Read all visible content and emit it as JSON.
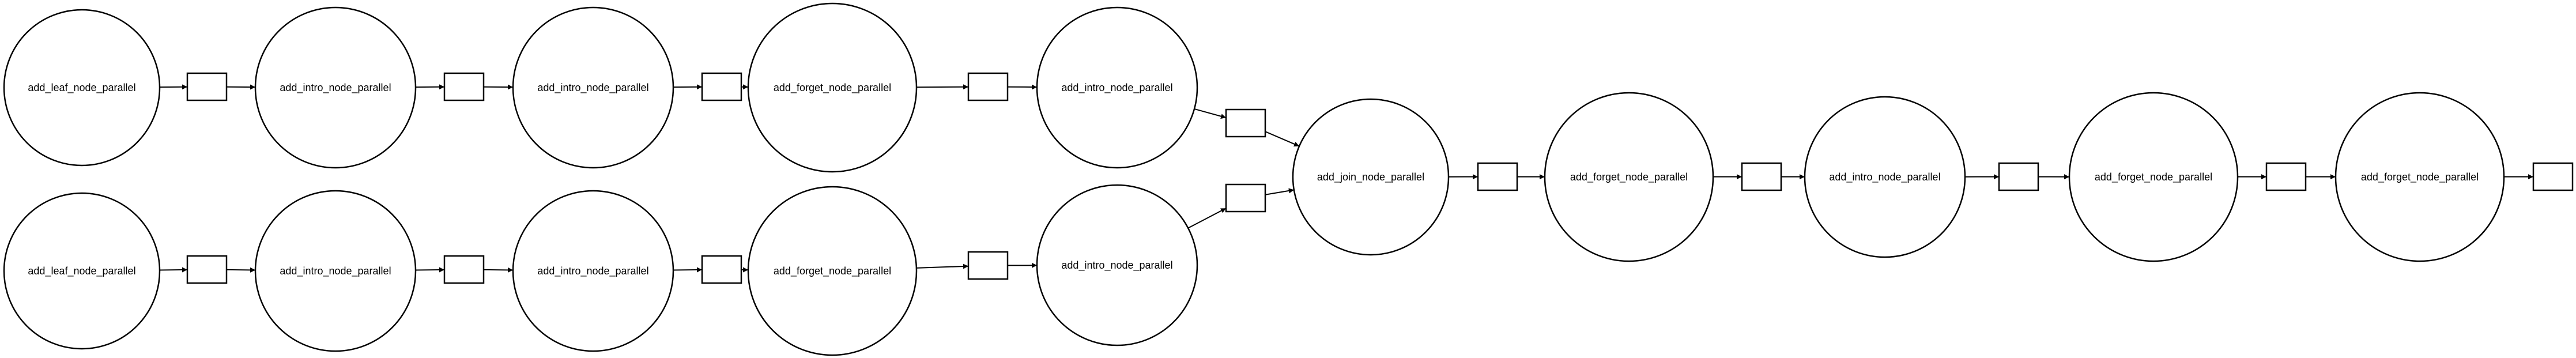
{
  "nodes": [
    {
      "id": "leaf1",
      "label": "add_leaf_node_parallel"
    },
    {
      "id": "intro1a",
      "label": "add_intro_node_parallel"
    },
    {
      "id": "intro1b",
      "label": "add_intro_node_parallel"
    },
    {
      "id": "forget1",
      "label": "add_forget_node_parallel"
    },
    {
      "id": "intro1c",
      "label": "add_intro_node_parallel"
    },
    {
      "id": "leaf2",
      "label": "add_leaf_node_parallel"
    },
    {
      "id": "intro2a",
      "label": "add_intro_node_parallel"
    },
    {
      "id": "intro2b",
      "label": "add_intro_node_parallel"
    },
    {
      "id": "forget2",
      "label": "add_forget_node_parallel"
    },
    {
      "id": "intro2c",
      "label": "add_intro_node_parallel"
    },
    {
      "id": "join",
      "label": "add_join_node_parallel"
    },
    {
      "id": "forget3",
      "label": "add_forget_node_parallel"
    },
    {
      "id": "intro3",
      "label": "add_intro_node_parallel"
    },
    {
      "id": "forget4",
      "label": "add_forget_node_parallel"
    },
    {
      "id": "forget5",
      "label": "add_forget_node_parallel"
    }
  ],
  "edges": [
    [
      "leaf1",
      "b1"
    ],
    [
      "b1",
      "intro1a"
    ],
    [
      "intro1a",
      "b2"
    ],
    [
      "b2",
      "intro1b"
    ],
    [
      "intro1b",
      "b3"
    ],
    [
      "b3",
      "forget1"
    ],
    [
      "forget1",
      "b4"
    ],
    [
      "b4",
      "intro1c"
    ],
    [
      "intro1c",
      "b5"
    ],
    [
      "b5",
      "join"
    ],
    [
      "leaf2",
      "b6"
    ],
    [
      "b6",
      "intro2a"
    ],
    [
      "intro2a",
      "b7"
    ],
    [
      "b7",
      "intro2b"
    ],
    [
      "intro2b",
      "b8"
    ],
    [
      "b8",
      "forget2"
    ],
    [
      "forget2",
      "b9"
    ],
    [
      "b9",
      "intro2c"
    ],
    [
      "intro2c",
      "b10"
    ],
    [
      "b10",
      "join"
    ],
    [
      "join",
      "b11"
    ],
    [
      "b11",
      "forget3"
    ],
    [
      "forget3",
      "b12"
    ],
    [
      "b12",
      "intro3"
    ],
    [
      "intro3",
      "b13"
    ],
    [
      "b13",
      "forget4"
    ],
    [
      "forget4",
      "b14"
    ],
    [
      "b14",
      "forget5"
    ],
    [
      "forget5",
      "b15"
    ]
  ]
}
